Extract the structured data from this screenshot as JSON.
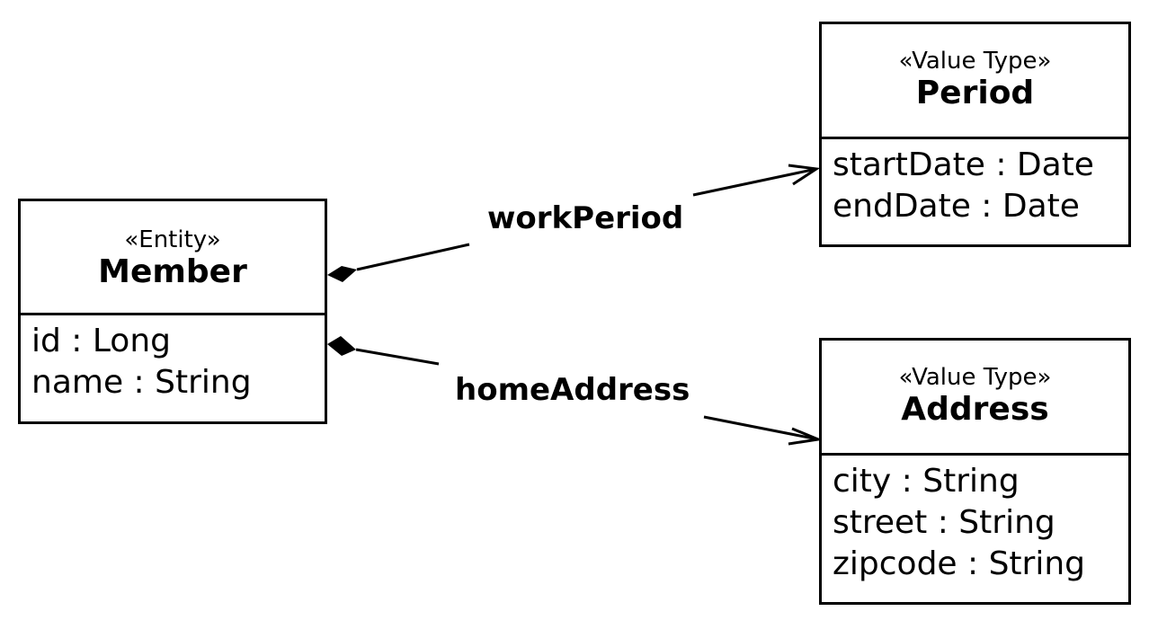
{
  "classes": {
    "member": {
      "stereotype": "«Entity»",
      "name": "Member",
      "attributes": [
        "id : Long",
        "name : String"
      ]
    },
    "period": {
      "stereotype": "«Value Type»",
      "name": "Period",
      "attributes": [
        "startDate : Date",
        "endDate : Date"
      ]
    },
    "address": {
      "stereotype": "«Value Type»",
      "name": "Address",
      "attributes": [
        "city : String",
        "street : String",
        "zipcode : String"
      ]
    }
  },
  "associations": {
    "work_period": "workPeriod",
    "home_address": "homeAddress"
  }
}
